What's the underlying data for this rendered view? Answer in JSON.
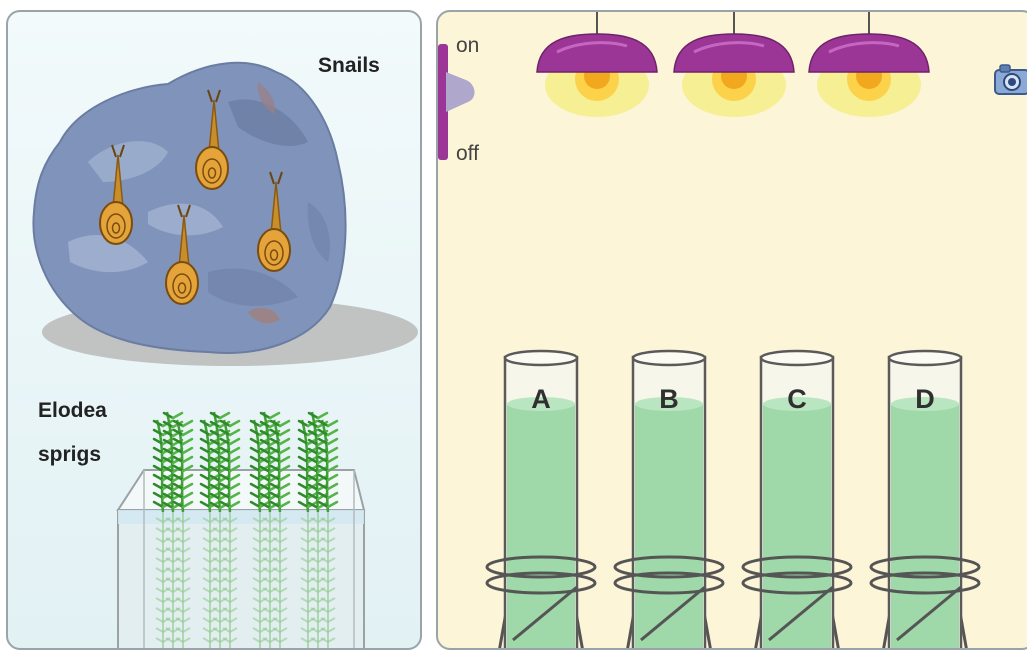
{
  "left_panel": {
    "snails_label": "Snails",
    "elodea_label_line1": "Elodea",
    "elodea_label_line2": "sprigs"
  },
  "right_panel": {
    "switch": {
      "on_label": "on",
      "off_label": "off"
    },
    "lamps": [
      "lamp-1",
      "lamp-2",
      "lamp-3"
    ],
    "tubes": [
      {
        "letter": "A"
      },
      {
        "letter": "B"
      },
      {
        "letter": "C"
      },
      {
        "letter": "D"
      }
    ],
    "camera_icon": "camera-icon"
  },
  "colors": {
    "panel_border": "#9aa4a8",
    "left_bg": "#e7f4f6",
    "right_bg": "#fdf5d8",
    "lamp_shade": "#9b3596",
    "lamp_glow": "#f7ef94",
    "bulb": "#f2a81e",
    "tube_liquid": "#9fd8a9",
    "rock": "#8093b9",
    "snail_shell": "#e7a638",
    "elodea": "#3f9e36"
  }
}
